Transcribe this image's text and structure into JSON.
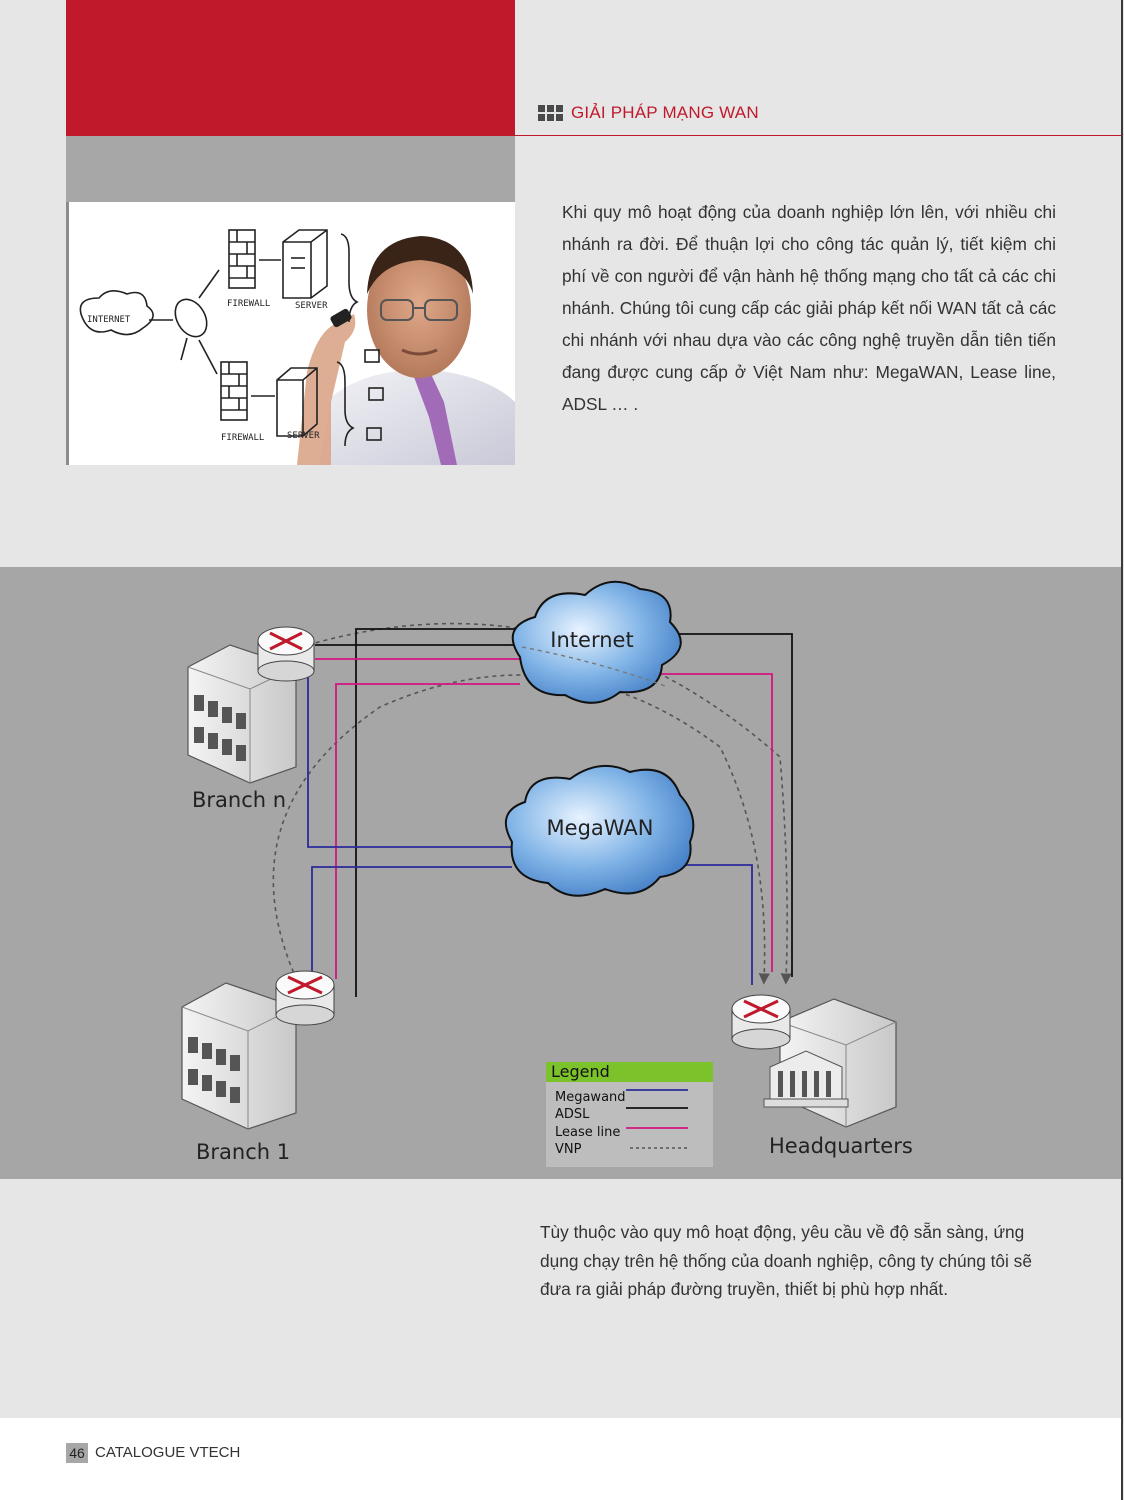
{
  "header": {
    "section_title": "GIẢI PHÁP MẠNG WAN",
    "accent_color": "#c0192c"
  },
  "photo": {
    "sketch_labels": {
      "internet": "INTERNET",
      "firewall_top": "FIREWALL",
      "server_top": "SERVER",
      "firewall_bottom": "FIREWALL",
      "server_bottom": "SERVER"
    }
  },
  "intro_text": "Khi quy mô hoạt động của doanh nghiệp lớn lên, với nhiều chi nhánh ra đời. Để thuận lợi cho công tác quản lý, tiết kiệm chi phí về con người để vận hành hệ thống mạng cho tất cả các chi nhánh. Chúng tôi cung cấp các giải pháp kết nối WAN tất cả các chi nhánh với nhau dựa vào các công nghệ truyền dẫn tiên tiến đang được cung cấp ở Việt Nam như: MegaWAN, Lease line, ADSL … .",
  "diagram": {
    "clouds": {
      "internet": "Internet",
      "megawan": "MegaWAN"
    },
    "sites": {
      "branch_n": "Branch n",
      "branch_1": "Branch 1",
      "headquarters": "Headquarters"
    },
    "legend": {
      "title": "Legend",
      "items": [
        {
          "label": "Megawand",
          "color": "#2b2b9a"
        },
        {
          "label": "ADSL",
          "color": "#111111"
        },
        {
          "label": "Lease line",
          "color": "#d4157f"
        },
        {
          "label": "VNP",
          "color": "#555555"
        }
      ]
    }
  },
  "footer_text": "Tùy thuộc vào quy mô hoạt động, yêu cầu về độ sẵn sàng, ứng dụng chạy trên hệ thống của doanh nghiệp, công ty chúng tôi sẽ đưa ra giải pháp đường truyền, thiết bị phù hợp nhất.",
  "footer": {
    "page_number": "46",
    "catalogue": "CATALOGUE VTECH"
  }
}
